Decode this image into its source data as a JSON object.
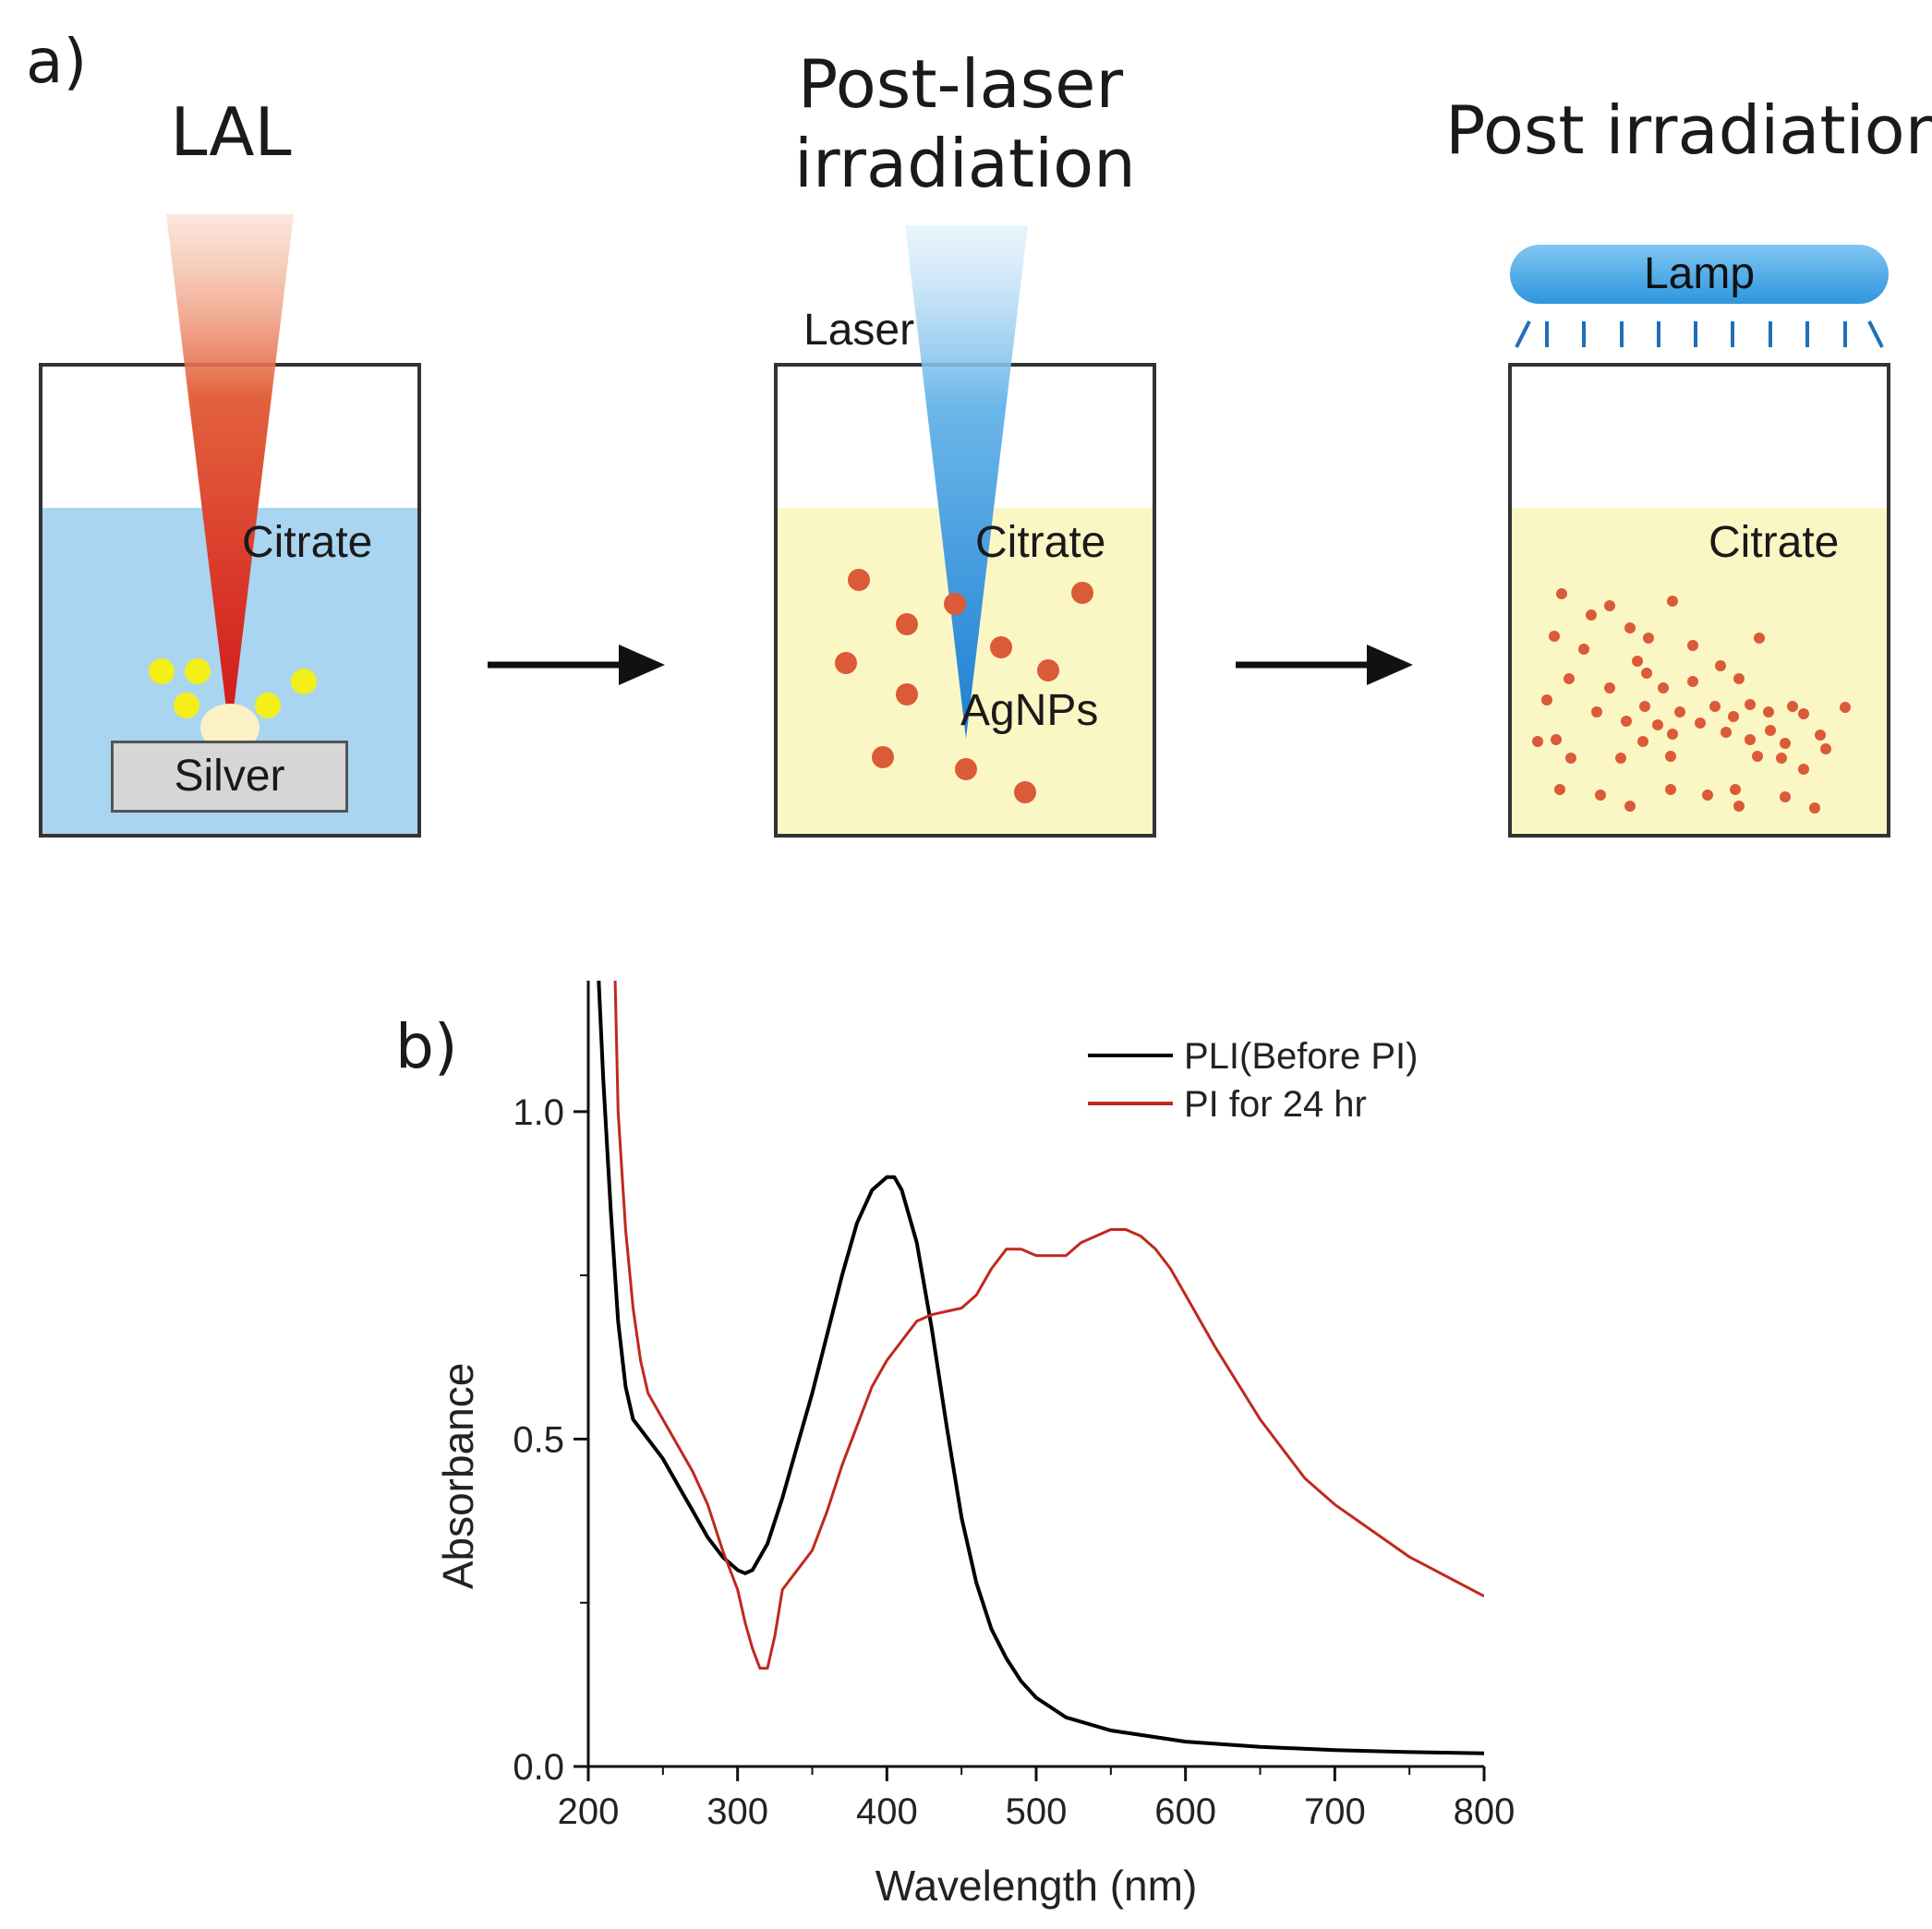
{
  "panel_a": {
    "label": "a)",
    "steps": [
      {
        "title": "LAL",
        "liquid_label": "Citrate",
        "target_label": "Silver",
        "liquid_color": "#a9d5f0",
        "beam_color": "#d5251c"
      },
      {
        "title_line1": "Post-laser",
        "title_line2": "irradiation",
        "beam_label": "Laser",
        "liquid_label": "Citrate",
        "particles_label": "AgNPs",
        "liquid_color": "#fbf7c4",
        "beam_color": "#2a8fdc",
        "particle_color": "#db5a38"
      },
      {
        "title": "Post irradiation",
        "lamp_label": "Lamp",
        "liquid_label": "Citrate",
        "liquid_color": "#fbf7c4",
        "particle_color": "#db5a38"
      }
    ]
  },
  "panel_b": {
    "label": "b)"
  },
  "chart_data": {
    "type": "line",
    "xlabel": "Wavelength (nm)",
    "ylabel": "Absorbance",
    "xlim": [
      200,
      800
    ],
    "ylim": [
      0,
      1.2
    ],
    "xticks": [
      "200",
      "300",
      "400",
      "500",
      "600",
      "700",
      "800"
    ],
    "yticks": [
      "0.0",
      "0.5",
      "1.0"
    ],
    "legend_position": "top-right",
    "series": [
      {
        "name": "PLI(Before PI)",
        "color": "#000000",
        "x": [
          207,
          210,
          215,
          220,
          225,
          230,
          240,
          250,
          260,
          270,
          280,
          290,
          300,
          305,
          310,
          320,
          330,
          340,
          350,
          360,
          370,
          380,
          390,
          400,
          405,
          410,
          420,
          430,
          440,
          450,
          460,
          470,
          480,
          490,
          500,
          520,
          550,
          600,
          650,
          700,
          750,
          800
        ],
        "y": [
          1.2,
          1.05,
          0.85,
          0.68,
          0.58,
          0.53,
          0.5,
          0.47,
          0.43,
          0.39,
          0.35,
          0.32,
          0.3,
          0.295,
          0.3,
          0.34,
          0.41,
          0.49,
          0.57,
          0.66,
          0.75,
          0.83,
          0.88,
          0.9,
          0.9,
          0.88,
          0.8,
          0.67,
          0.52,
          0.38,
          0.28,
          0.21,
          0.165,
          0.13,
          0.105,
          0.075,
          0.055,
          0.038,
          0.03,
          0.025,
          0.022,
          0.02
        ]
      },
      {
        "name": "PI for 24 hr",
        "color": "#c0281e",
        "x": [
          218,
          220,
          225,
          230,
          235,
          240,
          250,
          260,
          270,
          280,
          290,
          300,
          305,
          310,
          315,
          320,
          325,
          330,
          340,
          350,
          360,
          370,
          380,
          390,
          400,
          410,
          420,
          430,
          440,
          450,
          460,
          470,
          480,
          490,
          500,
          510,
          520,
          530,
          540,
          550,
          560,
          570,
          580,
          590,
          600,
          620,
          650,
          680,
          700,
          750,
          800
        ],
        "y": [
          1.2,
          1.0,
          0.82,
          0.7,
          0.62,
          0.57,
          0.53,
          0.49,
          0.45,
          0.4,
          0.33,
          0.27,
          0.22,
          0.18,
          0.15,
          0.15,
          0.2,
          0.27,
          0.3,
          0.33,
          0.39,
          0.46,
          0.52,
          0.58,
          0.62,
          0.65,
          0.68,
          0.69,
          0.695,
          0.7,
          0.72,
          0.76,
          0.79,
          0.79,
          0.78,
          0.78,
          0.78,
          0.8,
          0.81,
          0.82,
          0.82,
          0.81,
          0.79,
          0.76,
          0.72,
          0.64,
          0.53,
          0.44,
          0.4,
          0.32,
          0.26
        ]
      }
    ]
  }
}
